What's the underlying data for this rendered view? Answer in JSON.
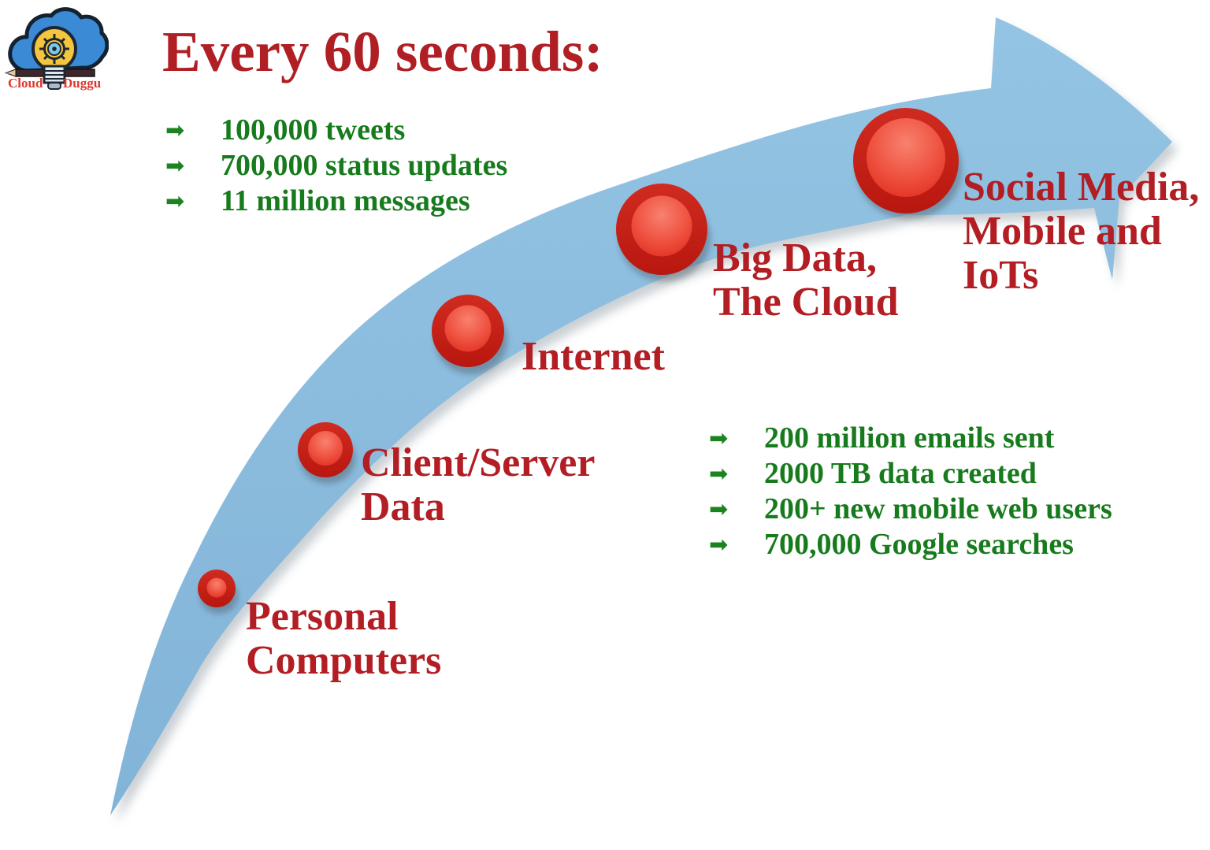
{
  "logo": {
    "brand_left": "Cloud",
    "brand_right": "Duggu"
  },
  "header": {
    "title": "Every 60 seconds:"
  },
  "stats_top": {
    "items": [
      "100,000 tweets",
      "700,000 status updates",
      "11 million messages"
    ]
  },
  "stats_right": {
    "items": [
      "200 million emails sent",
      "2000 TB data created",
      "200+ new mobile web users",
      "700,000 Google searches"
    ]
  },
  "milestones": [
    {
      "label": "Personal\nComputers"
    },
    {
      "label": "Client/Server\nData"
    },
    {
      "label": "Internet"
    },
    {
      "label": "Big Data,\nThe Cloud"
    },
    {
      "label": "Social Media,\nMobile and\nIoTs"
    }
  ],
  "bullet_glyph": "➡",
  "colors": {
    "band_blue": "#8CBDDF",
    "dot_ring_red": "#C4221B",
    "dot_fill_red": "#EE4B3C",
    "label_red": "#B21E23",
    "stat_green": "#177B1D",
    "title_red": "#B01F24",
    "brand_red": "#DD3A2E"
  }
}
